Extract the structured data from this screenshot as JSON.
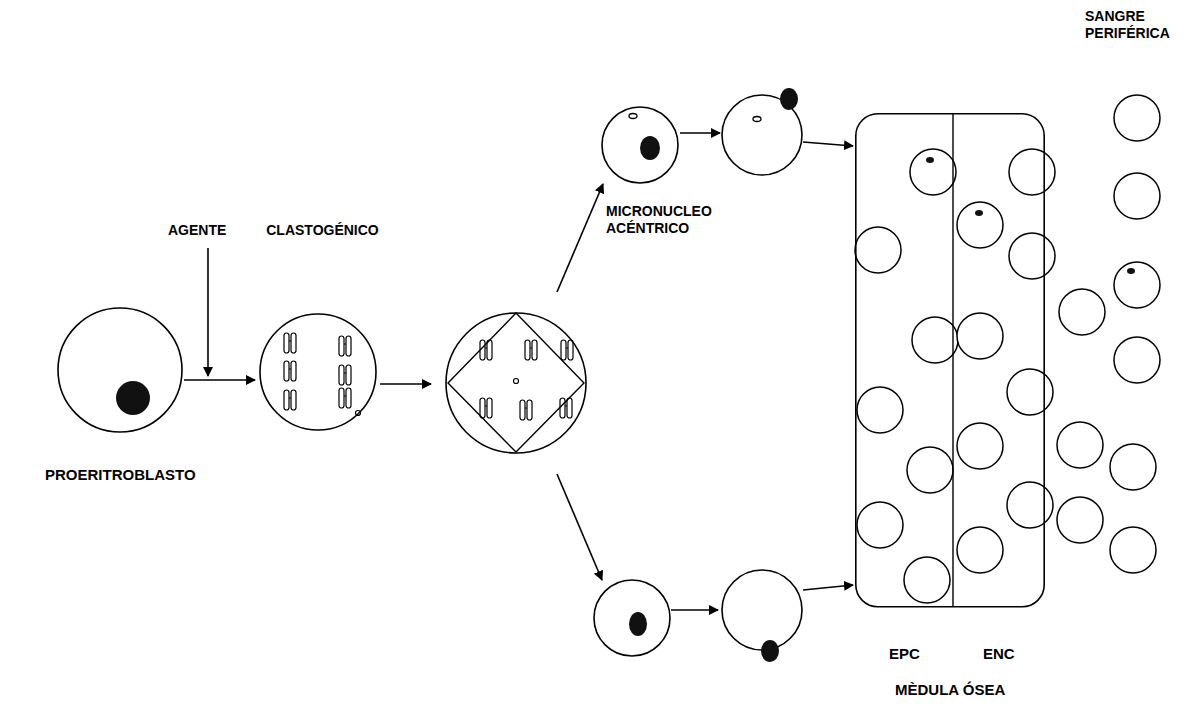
{
  "diagram": {
    "nodes": [
      {
        "text": [
          "PROERITROBLASTO"
        ]
      },
      {
        "text": [
          "MÈDULA ÓSEA"
        ]
      },
      {
        "text": [
          "EPC"
        ],
        "in": 1
      },
      {
        "text": [
          "ENC"
        ],
        "in": 1
      }
    ],
    "labels": [
      "SANGRE PERIFÉRICA",
      "AGENTE CLASTOGÉNICO",
      "MICRONUCLEO ACÉNTRICO"
    ]
  }
}
